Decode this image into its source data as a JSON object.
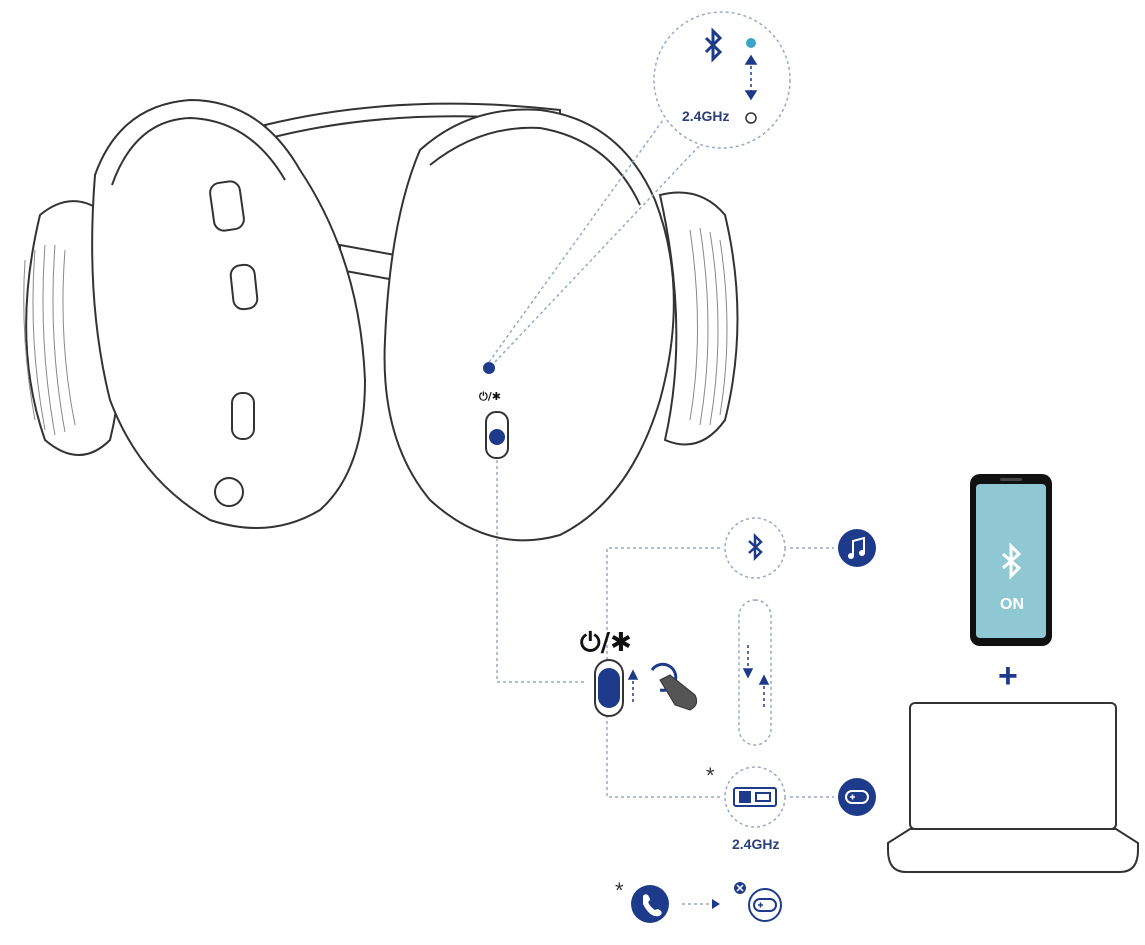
{
  "diagram": {
    "labels": {
      "freq_top": "2.4GHz",
      "freq_bottom": "2.4GHz",
      "phone_status": "ON",
      "asterisk_dongle": "*",
      "asterisk_call": "*",
      "plus_sign": "+",
      "switch_symbol": "⏻/✱"
    },
    "icons": {
      "bluetooth": "bluetooth-icon",
      "music": "music-note-icon",
      "gamepad": "gamepad-icon",
      "dongle": "usb-dongle-icon",
      "phone_call": "phone-call-icon",
      "hand": "hand-pointer-icon"
    },
    "colors": {
      "accent": "#1e3a8a",
      "phone_screen": "#8fc8d3",
      "line": "#333333",
      "dotted": "#9aa7c7"
    }
  }
}
